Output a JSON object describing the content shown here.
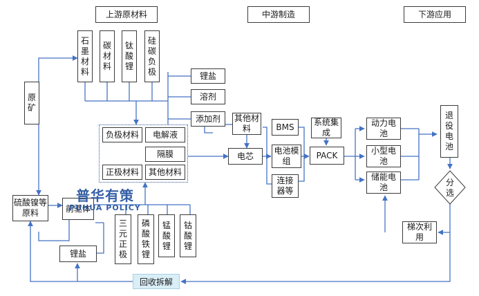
{
  "headers": {
    "upstream": "上游原材料",
    "midstream": "中游制造",
    "downstream": "下游应用"
  },
  "upstream": {
    "raw_ore": "原矿",
    "anode_raws": [
      "石墨材料",
      "碳材料",
      "钛酸锂",
      "硅碳负极"
    ],
    "cathode_raws": [
      "三元正极",
      "磷酸铁锂",
      "锰酸锂",
      "钴酸锂"
    ],
    "nickel_sulfate": "硫酸镍等原料",
    "precursor": "前驱体",
    "lithium_salt_bottom": "锂盐",
    "lithium_salt_top": "锂盐",
    "solvent": "溶剂",
    "additive": "添加剂",
    "other_materials": "其他材料"
  },
  "core_materials": {
    "anode": "负极材料",
    "electrolyte": "电解液",
    "separator": "隔膜",
    "cathode": "正极材料",
    "other": "其他材料"
  },
  "midstream": {
    "cell": "电芯",
    "bms": "BMS",
    "module": "电池模组",
    "connectors": "连接器等",
    "system_integration": "系统集成",
    "pack": "PACK"
  },
  "downstream": {
    "power_battery": "动力电池",
    "small_battery": "小型电池",
    "storage_battery": "储能电池",
    "retired_battery": "退役电池",
    "sorting": "分选",
    "cascade_use": "梯次利用",
    "recycling": "回收拆解"
  },
  "watermark": {
    "cn": "普华有策",
    "en": "PUHUA POLICY"
  },
  "colors": {
    "connector": "#4472c4",
    "box_border": "#3a3a3a",
    "recycle_fill": "#d9eef7",
    "watermark": "#1f4e9c"
  }
}
